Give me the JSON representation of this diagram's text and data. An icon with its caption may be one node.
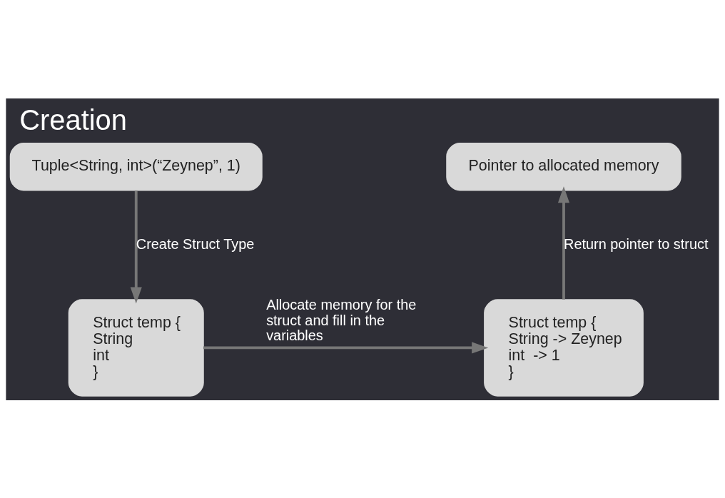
{
  "diagram": {
    "title": "Creation",
    "nodes": [
      {
        "text": [
          "Tuple<String, int>(“Zeynep”, 1)"
        ]
      },
      {
        "text": [
          "Struct temp {",
          "String",
          "int",
          "}"
        ]
      },
      {
        "text": [
          "Struct temp {",
          "String -> Zeynep",
          "int  -> 1",
          "}"
        ]
      },
      {
        "text": [
          "Pointer to allocated memory"
        ]
      }
    ],
    "edges": [
      {
        "from": 0,
        "to": 1,
        "arrow": "to",
        "label": "Create Struct Type"
      },
      {
        "from": 1,
        "to": 2,
        "arrow": "to",
        "label": "Allocate memory for the struct and fill in the variables"
      },
      {
        "from": 2,
        "to": 3,
        "arrow": "to",
        "label": "Return pointer to struct"
      }
    ]
  }
}
